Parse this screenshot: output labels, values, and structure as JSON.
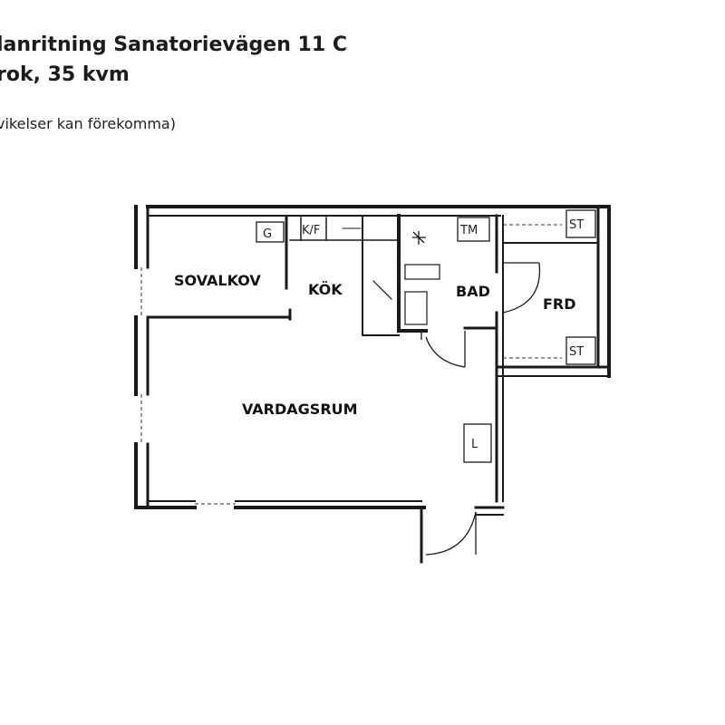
{
  "header": {
    "title_line1": "lanritning Sanatorievägen 11 C",
    "title_line2": "rok, 35 kvm",
    "note": "vikelser kan förekomma)"
  },
  "rooms": {
    "sovalkov": "SOVALKOV",
    "kok": "KÖK",
    "bad": "BAD",
    "frd": "FRD",
    "vardagsrum": "VARDAGSRUM"
  },
  "symbols": {
    "g": "G",
    "kf": "K/F",
    "st_top": "ST",
    "st_bottom": "ST",
    "tm": "TM",
    "l": "L"
  },
  "colors": {
    "line": "#1a1a1a",
    "background": "#ffffff"
  }
}
